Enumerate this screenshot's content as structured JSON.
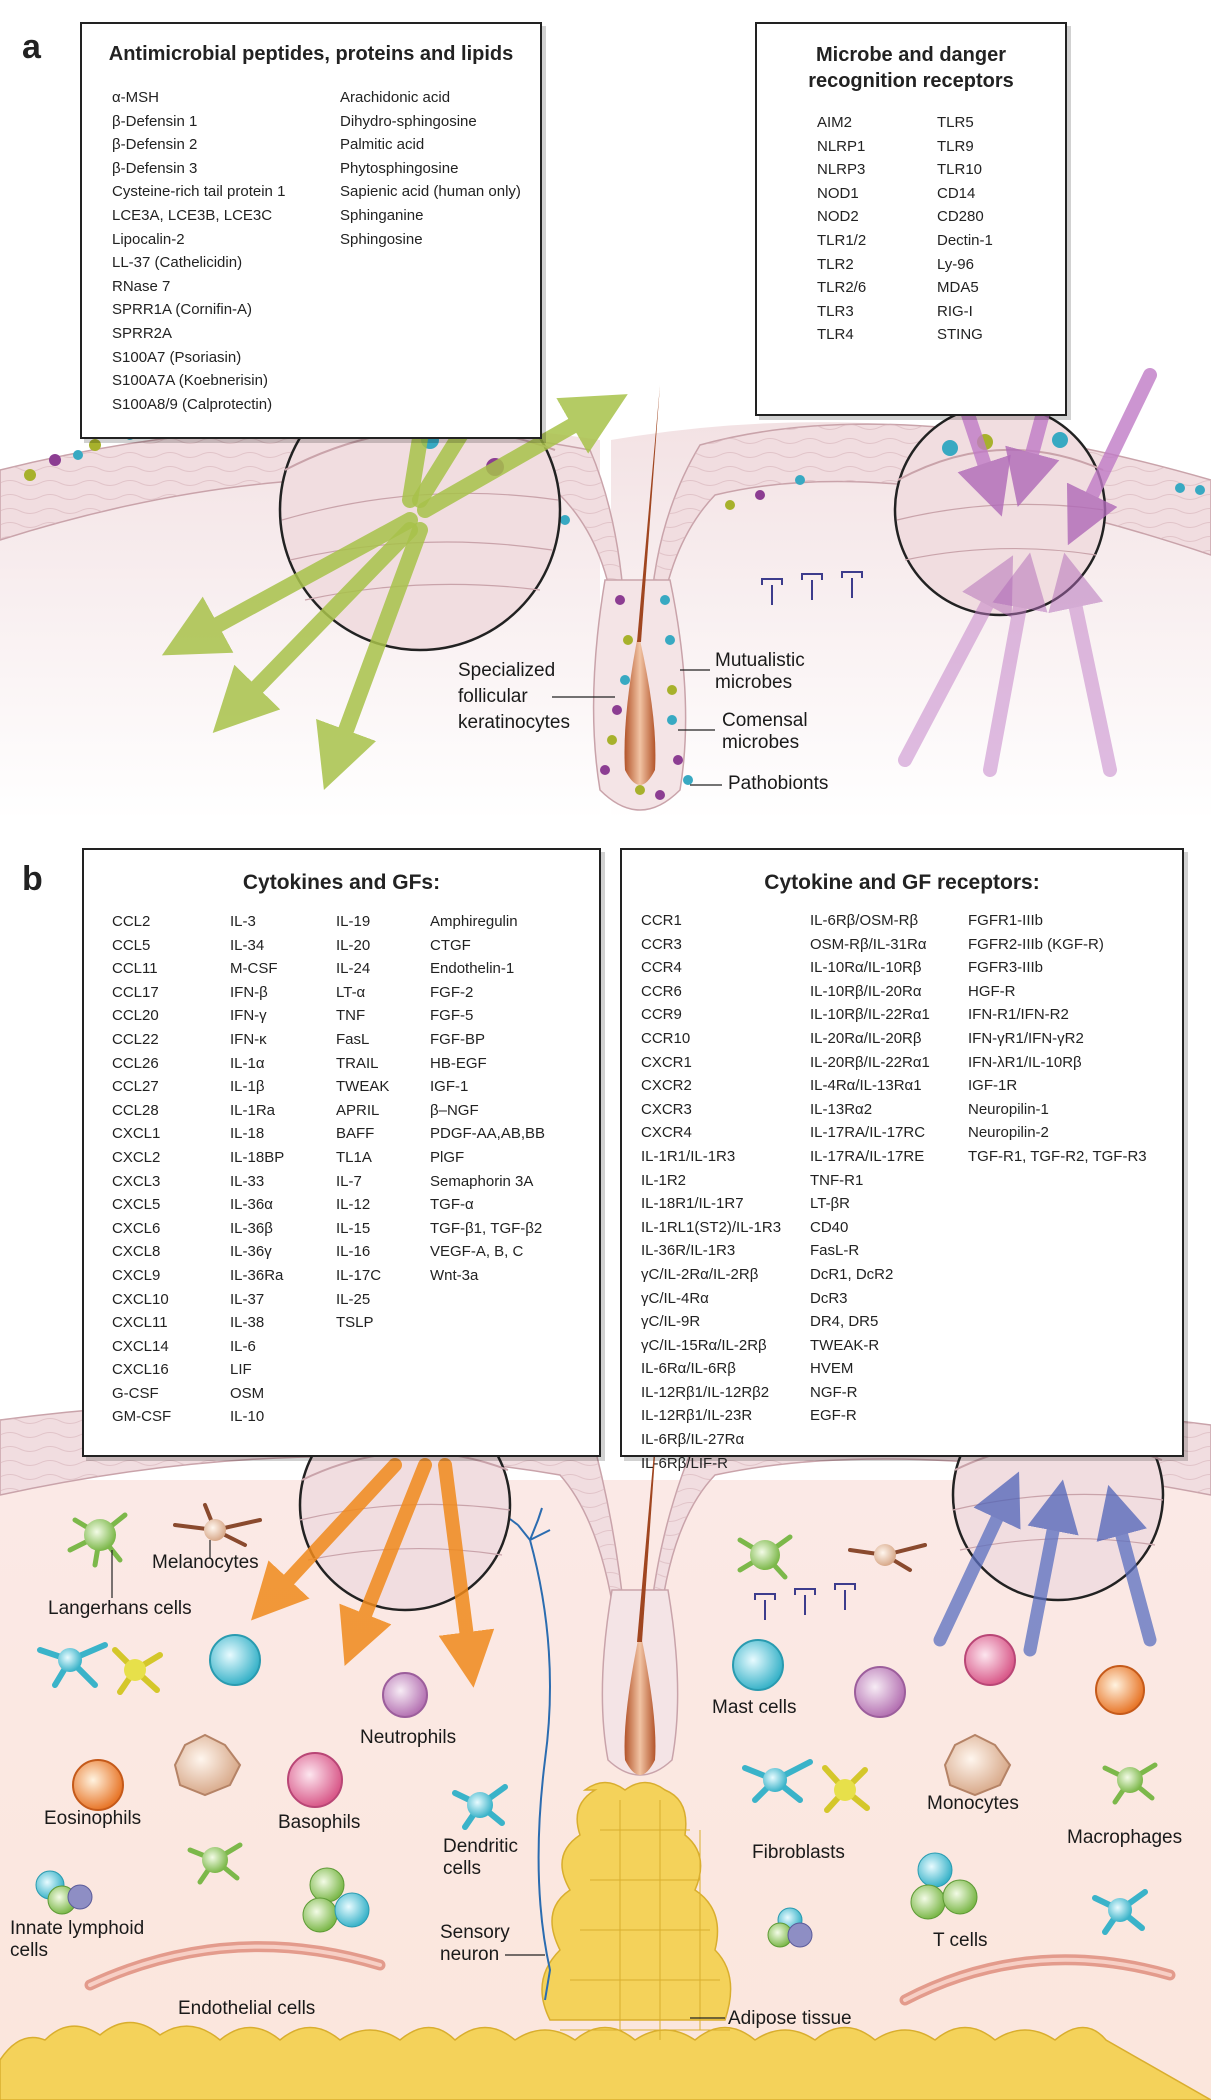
{
  "panel_a": {
    "letter": "a",
    "amp_box": {
      "title": "Antimicrobial peptides, proteins and lipids",
      "col1": [
        "α-MSH",
        "β-Defensin 1",
        "β-Defensin 2",
        "β-Defensin 3",
        "Cysteine-rich tail protein 1",
        "LCE3A, LCE3B, LCE3C",
        "Lipocalin-2",
        "LL-37 (Cathelicidin)",
        "RNase 7",
        "SPRR1A (Cornifin-A)",
        "SPRR2A",
        "S100A7 (Psoriasin)",
        "S100A7A (Koebnerisin)",
        "S100A8/9 (Calprotectin)"
      ],
      "col2": [
        "Arachidonic acid",
        "Dihydro-sphingosine",
        "Palmitic acid",
        "Phytosphingosine",
        "Sapienic acid (human only)",
        "Sphinganine",
        "Sphingosine"
      ]
    },
    "prr_box": {
      "title_line1": "Microbe and danger",
      "title_line2": "recognition receptors",
      "col1": [
        "AIM2",
        "NLRP1",
        "NLRP3",
        "NOD1",
        "NOD2",
        "TLR1/2",
        "TLR2",
        "TLR2/6",
        "TLR3",
        "TLR4"
      ],
      "col2": [
        "TLR5",
        "TLR9",
        "TLR10",
        "CD14",
        "CD280",
        "Dectin-1",
        "Ly-96",
        "MDA5",
        "RIG-I",
        "STING"
      ]
    },
    "labels": {
      "specialized_1": "Specialized",
      "specialized_2": "follicular",
      "specialized_3": "keratinocytes",
      "mutualistic_1": "Mutualistic",
      "mutualistic_2": "microbes",
      "comensal_1": "Comensal",
      "comensal_2": "microbes",
      "pathobionts": "Pathobionts"
    }
  },
  "panel_b": {
    "letter": "b",
    "cyto_box": {
      "title": "Cytokines and GFs:",
      "col1": [
        "CCL2",
        "CCL5",
        "CCL11",
        "CCL17",
        "CCL20",
        "CCL22",
        "CCL26",
        "CCL27",
        "CCL28",
        "CXCL1",
        "CXCL2",
        "CXCL3",
        "CXCL5",
        "CXCL6",
        "CXCL8",
        "CXCL9",
        "CXCL10",
        "CXCL11",
        "CXCL14",
        "CXCL16",
        "G-CSF",
        "GM-CSF"
      ],
      "col2": [
        "IL-3",
        "IL-34",
        "M-CSF",
        "IFN-β",
        "IFN-γ",
        "IFN-κ",
        "IL-1α",
        "IL-1β",
        "IL-1Ra",
        "IL-18",
        "IL-18BP",
        "IL-33",
        "IL-36α",
        "IL-36β",
        "IL-36γ",
        "IL-36Ra",
        "IL-37",
        "IL-38",
        "IL-6",
        "LIF",
        "OSM",
        "IL-10"
      ],
      "col3": [
        "IL-19",
        "IL-20",
        "IL-24",
        "LT-α",
        "TNF",
        "FasL",
        "TRAIL",
        "TWEAK",
        "APRIL",
        "BAFF",
        "TL1A",
        "IL-7",
        "IL-12",
        "IL-15",
        "IL-16",
        "IL-17C",
        "IL-25",
        "TSLP"
      ],
      "col4": [
        "Amphiregulin",
        "CTGF",
        "Endothelin-1",
        "FGF-2",
        "FGF-5",
        "FGF-BP",
        "HB-EGF",
        "IGF-1",
        "β–NGF",
        "PDGF-AA,AB,BB",
        "PlGF",
        "Semaphorin 3A",
        "TGF-α",
        "TGF-β1, TGF-β2",
        "VEGF-A, B, C",
        "Wnt-3a"
      ]
    },
    "rec_box": {
      "title": "Cytokine and GF receptors:",
      "col1": [
        "CCR1",
        "CCR3",
        "CCR4",
        "CCR6",
        "CCR9",
        "CCR10",
        "CXCR1",
        "CXCR2",
        "CXCR3",
        "CXCR4",
        "IL-1R1/IL-1R3",
        "IL-1R2",
        "IL-18R1/IL-1R7",
        "IL-1RL1(ST2)/IL-1R3",
        "IL-36R/IL-1R3",
        "γC/IL-2Rα/IL-2Rβ",
        "γC/IL-4Rα",
        "γC/IL-9R",
        "γC/IL-15Rα/IL-2Rβ",
        "IL-6Rα/IL-6Rβ",
        "IL-12Rβ1/IL-12Rβ2",
        "IL-12Rβ1/IL-23R",
        "IL-6Rβ/IL-27Rα",
        "IL-6Rβ/LIF-R"
      ],
      "col2": [
        "IL-6Rβ/OSM-Rβ",
        "OSM-Rβ/IL-31Rα",
        "IL-10Rα/IL-10Rβ",
        "IL-10Rβ/IL-20Rα",
        "IL-10Rβ/IL-22Rα1",
        "IL-20Rα/IL-20Rβ",
        "IL-20Rβ/IL-22Rα1",
        "IL-4Rα/IL-13Rα1",
        "IL-13Rα2",
        "IL-17RA/IL-17RC",
        "IL-17RA/IL-17RE",
        "TNF-R1",
        "LT-βR",
        "CD40",
        "FasL-R",
        "DcR1, DcR2",
        "DcR3",
        "DR4, DR5",
        "TWEAK-R",
        "HVEM",
        "NGF-R",
        "EGF-R"
      ],
      "col3": [
        "FGFR1-IIIb",
        "FGFR2-IIIb (KGF-R)",
        "FGFR3-IIIb",
        "HGF-R",
        "IFN-R1/IFN-R2",
        "IFN-γR1/IFN-γR2",
        "IFN-λR1/IL-10Rβ",
        "IGF-1R",
        "Neuropilin-1",
        "Neuropilin-2",
        "TGF-R1, TGF-R2, TGF-R3"
      ]
    },
    "labels": {
      "melanocytes": "Melanocytes",
      "langerhans": "Langerhans cells",
      "neutrophils": "Neutrophils",
      "eosinophils": "Eosinophils",
      "basophils": "Basophils",
      "dendritic_1": "Dendritic",
      "dendritic_2": "cells",
      "innate_1": "Innate lymphoid",
      "innate_2": "cells",
      "endothelial": "Endothelial cells",
      "sensory_1": "Sensory",
      "sensory_2": "neuron",
      "adipose": "Adipose tissue",
      "mast": "Mast cells",
      "fibroblasts": "Fibroblasts",
      "monocytes": "Monocytes",
      "macrophages": "Macrophages",
      "tcells": "T cells"
    }
  },
  "colors": {
    "skin": "#f1dde0",
    "skin_line": "#c9a3aa",
    "green_arrow": "#a8c24a",
    "purple_arrow": "#c07bc6",
    "orange_arrow": "#f08a1c",
    "blue_arrow": "#5a6fc0",
    "receptor": "#3d3c8c",
    "adipose": "#f4d25a"
  }
}
